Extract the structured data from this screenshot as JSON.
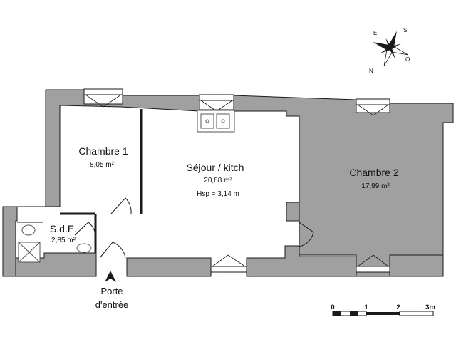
{
  "rooms": {
    "chambre1": {
      "name": "Chambre 1",
      "area": "8,05 m²"
    },
    "sejour": {
      "name": "Séjour / kitch",
      "area": "20,88 m²",
      "height": "Hsp = 3,14 m"
    },
    "chambre2": {
      "name": "Chambre 2",
      "area": "17,99 m²"
    },
    "sde": {
      "name": "S.d.E.",
      "area": "2,85 m²"
    }
  },
  "entrance": {
    "line1": "Porte",
    "line2": "d'entrée"
  },
  "scale": {
    "labels": [
      "0",
      "1",
      "2",
      "3m"
    ]
  },
  "compass": {
    "n": "N",
    "s": "S",
    "e": "E",
    "o": "O"
  },
  "colors": {
    "wall": "#a0a0a0",
    "outline": "#1a1a1a",
    "fixture": "#555555"
  }
}
